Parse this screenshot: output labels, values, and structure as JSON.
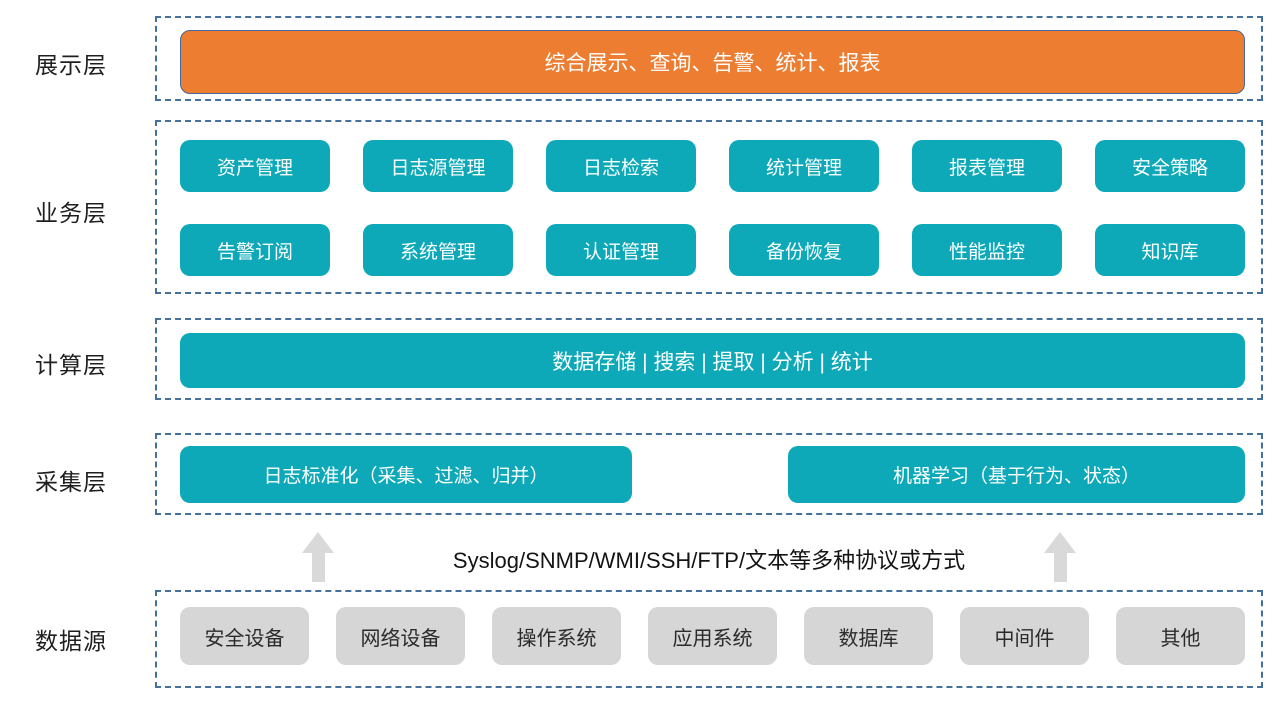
{
  "presentation": {
    "label": "展示层",
    "banner": "综合展示、查询、告警、统计、报表"
  },
  "business": {
    "label": "业务层",
    "items": [
      "资产管理",
      "日志源管理",
      "日志检索",
      "统计管理",
      "报表管理",
      "安全策略",
      "告警订阅",
      "系统管理",
      "认证管理",
      "备份恢复",
      "性能监控",
      "知识库"
    ]
  },
  "computing": {
    "label": "计算层",
    "banner": "数据存储 | 搜索 | 提取 | 分析 | 统计"
  },
  "collection": {
    "label": "采集层",
    "left": "日志标准化（采集、过滤、归并）",
    "right": "机器学习（基于行为、状态）"
  },
  "transport": {
    "text": "Syslog/SNMP/WMI/SSH/FTP/文本等多种协议或方式"
  },
  "datasource": {
    "label": "数据源",
    "items": [
      "安全设备",
      "网络设备",
      "操作系统",
      "应用系统",
      "数据库",
      "中间件",
      "其他"
    ]
  },
  "colors": {
    "accent_orange": "#ED7D31",
    "accent_teal": "#0DA9B9",
    "box_gray": "#D6D6D6",
    "dash_border": "#41719C",
    "arrow_gray": "#D9D9D9"
  }
}
